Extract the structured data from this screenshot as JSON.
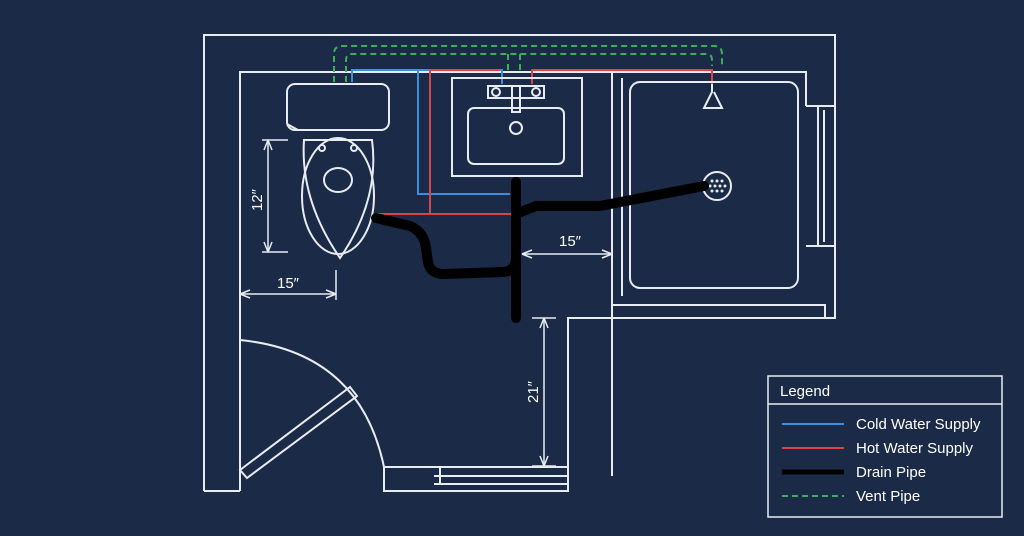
{
  "colors": {
    "background": "#1b2a47",
    "wall": "#e8ecf2",
    "cold_water": "#3b8fe0",
    "hot_water": "#d9434a",
    "drain": "#000000",
    "vent": "#3fae5a"
  },
  "dimensions": {
    "toilet_height": "12″",
    "toilet_width": "15″",
    "sink_clearance": "15″",
    "door_clearance": "21″"
  },
  "legend": {
    "title": "Legend",
    "items": [
      {
        "label": "Cold Water Supply",
        "style": "cold"
      },
      {
        "label": "Hot Water Supply",
        "style": "hot"
      },
      {
        "label": "Drain Pipe",
        "style": "drain"
      },
      {
        "label": "Vent Pipe",
        "style": "vent"
      }
    ]
  }
}
